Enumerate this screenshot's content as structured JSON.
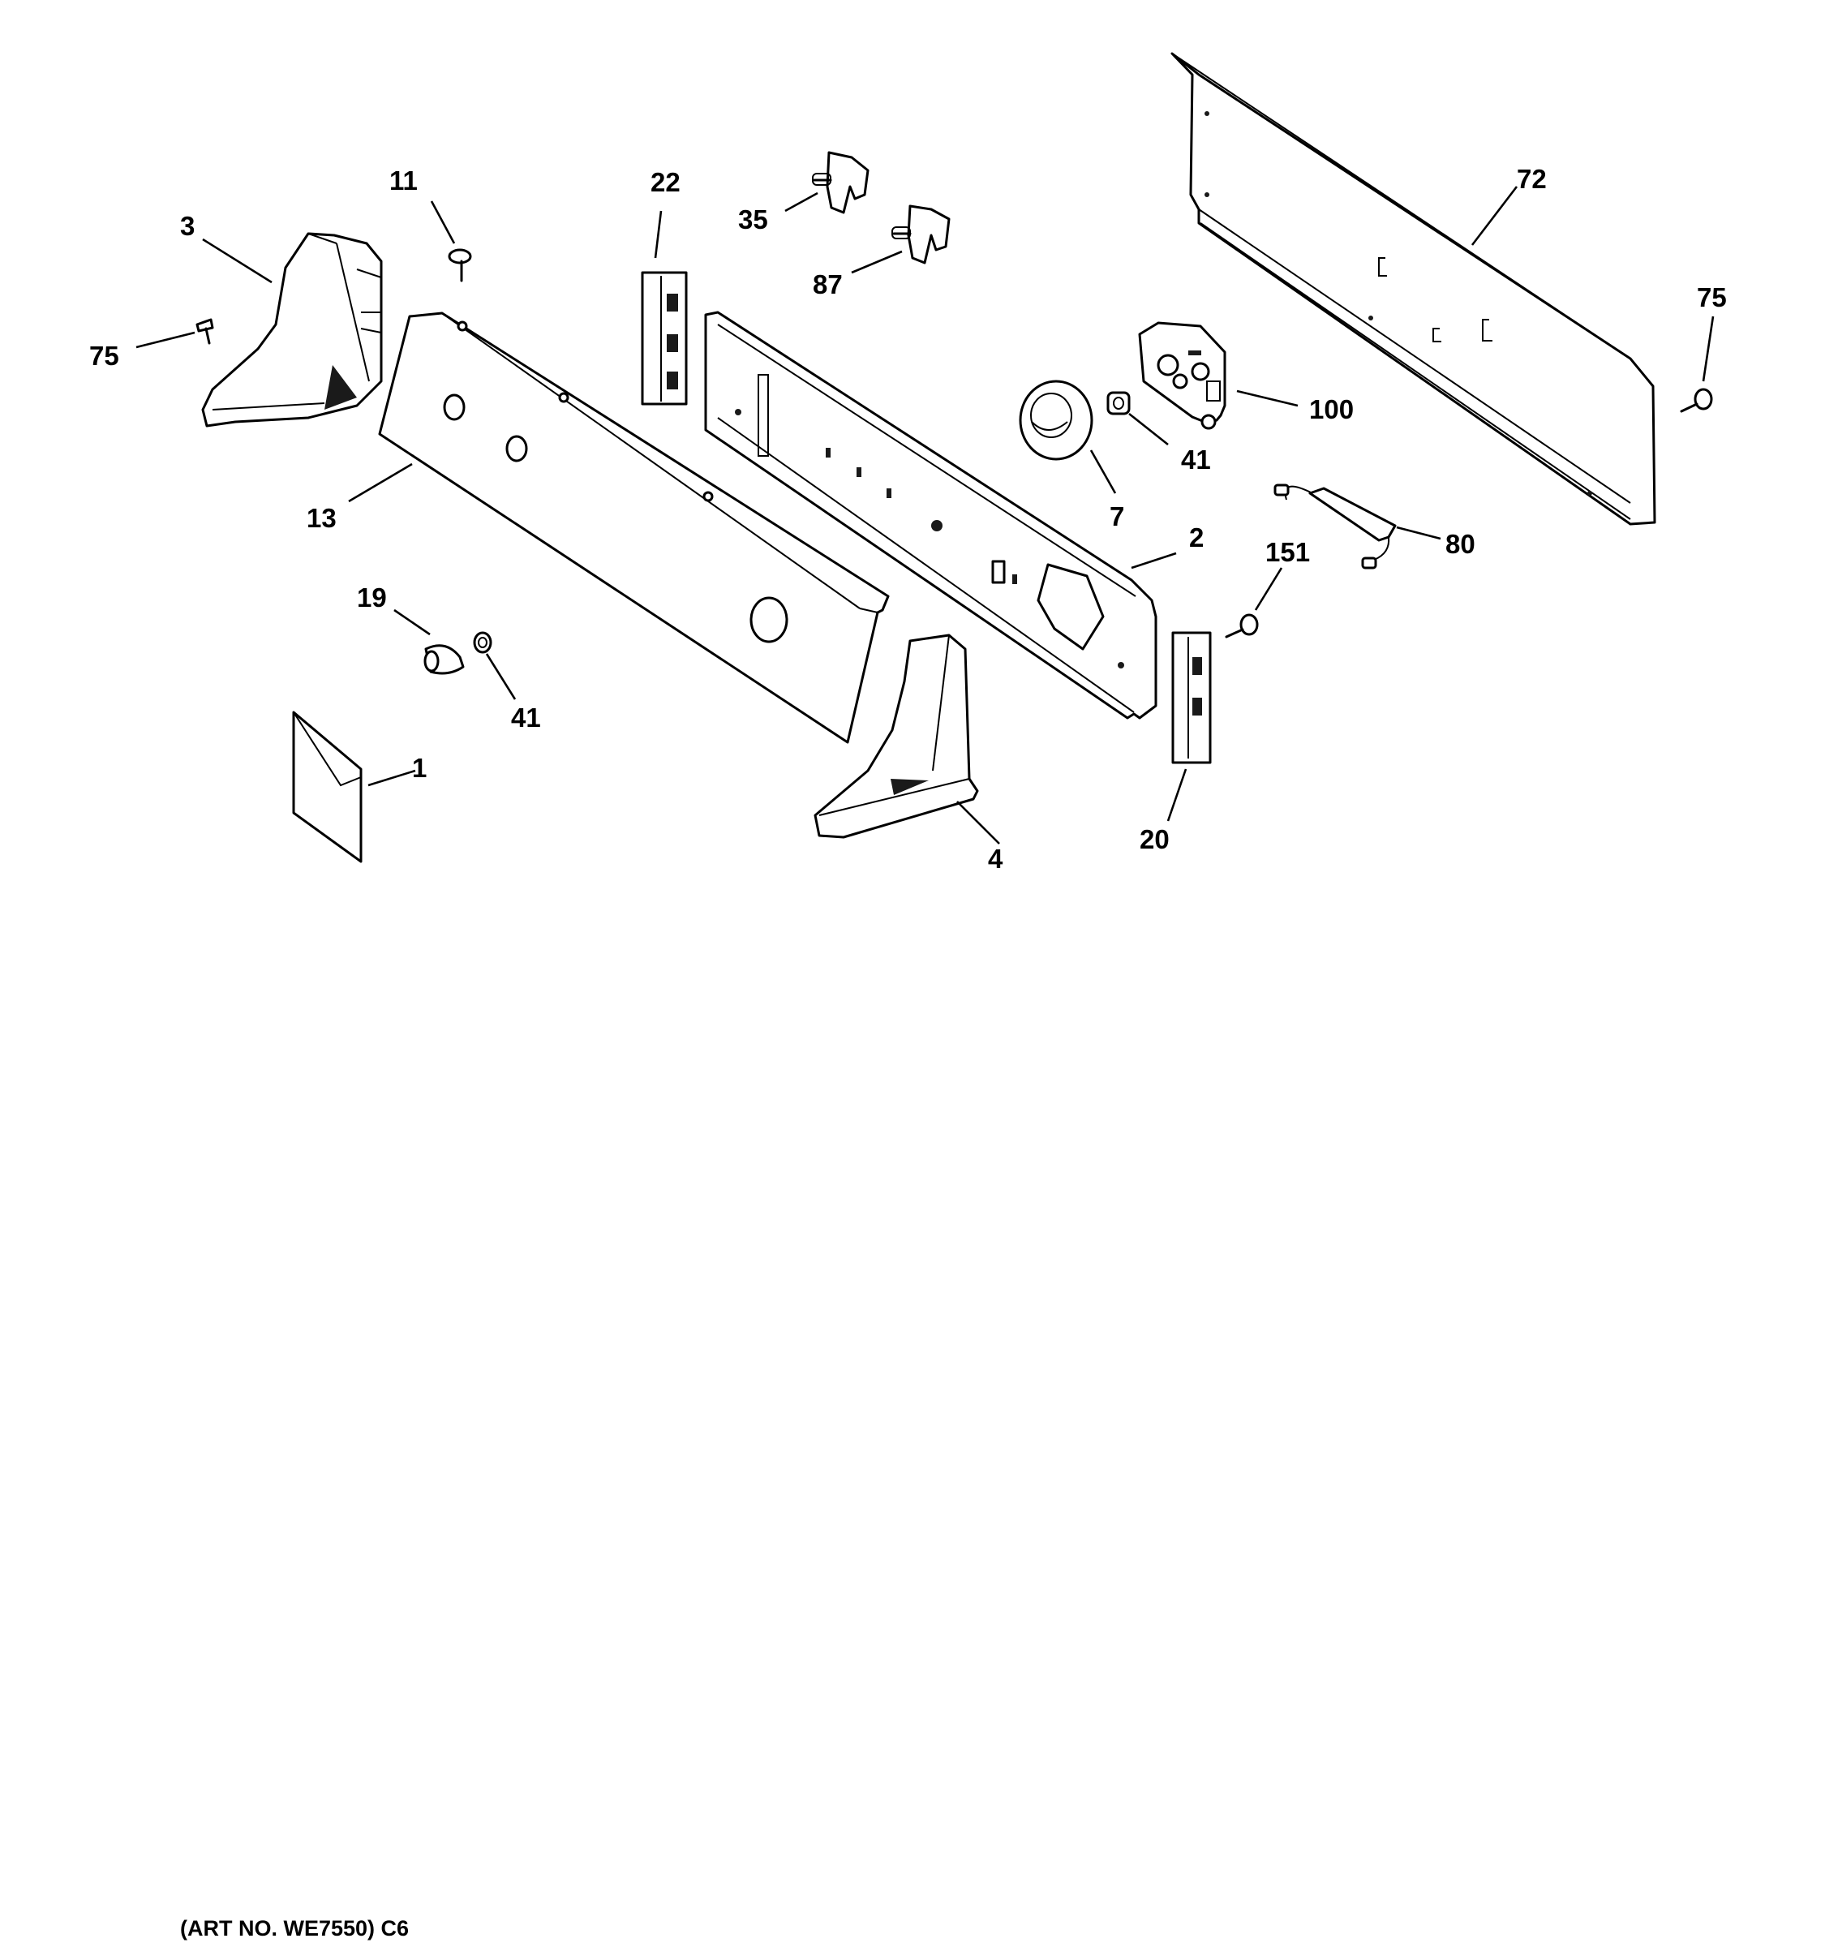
{
  "callouts": {
    "c1": "1",
    "c2": "2",
    "c3": "3",
    "c4": "4",
    "c7": "7",
    "c11": "11",
    "c13": "13",
    "c19": "19",
    "c20": "20",
    "c22": "22",
    "c35": "35",
    "c41a": "41",
    "c41b": "41",
    "c72": "72",
    "c75a": "75",
    "c75b": "75",
    "c80": "80",
    "c87": "87",
    "c100": "100",
    "c151": "151"
  },
  "caption": "(ART NO. WE7550) C6"
}
